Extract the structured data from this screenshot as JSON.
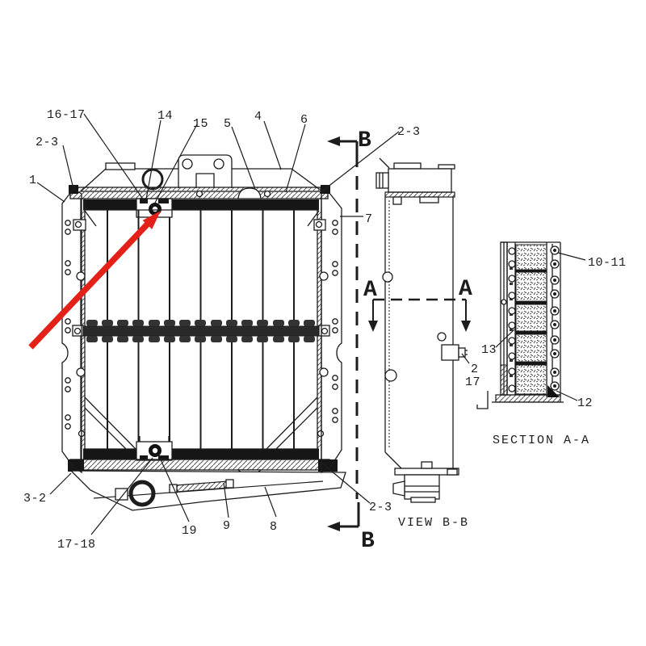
{
  "colors": {
    "line": "#1c1c1c",
    "arrow_red": "#e32119",
    "background": "#ffffff"
  },
  "callouts": {
    "c1": "1",
    "c2_3_top_left": "2-3",
    "c16_17": "16-17",
    "c14": "14",
    "c15": "15",
    "c5": "5",
    "c4": "4",
    "c6": "6",
    "c2_3_top_right": "2-3",
    "c7": "7",
    "c10_11": "10-11",
    "c13": "13",
    "c12": "12",
    "c2": "2",
    "c17": "17",
    "c3_2": "3-2",
    "c17_18": "17-18",
    "c19": "19",
    "c9": "9",
    "c8": "8",
    "c2_3_bottom": "2-3"
  },
  "view_labels": {
    "section_aa": "SECTION A-A",
    "view_bb": "VIEW B-B"
  },
  "cut_letters": {
    "b_top": "B",
    "b_bottom": "B",
    "a_left": "A",
    "a_right": "A"
  }
}
